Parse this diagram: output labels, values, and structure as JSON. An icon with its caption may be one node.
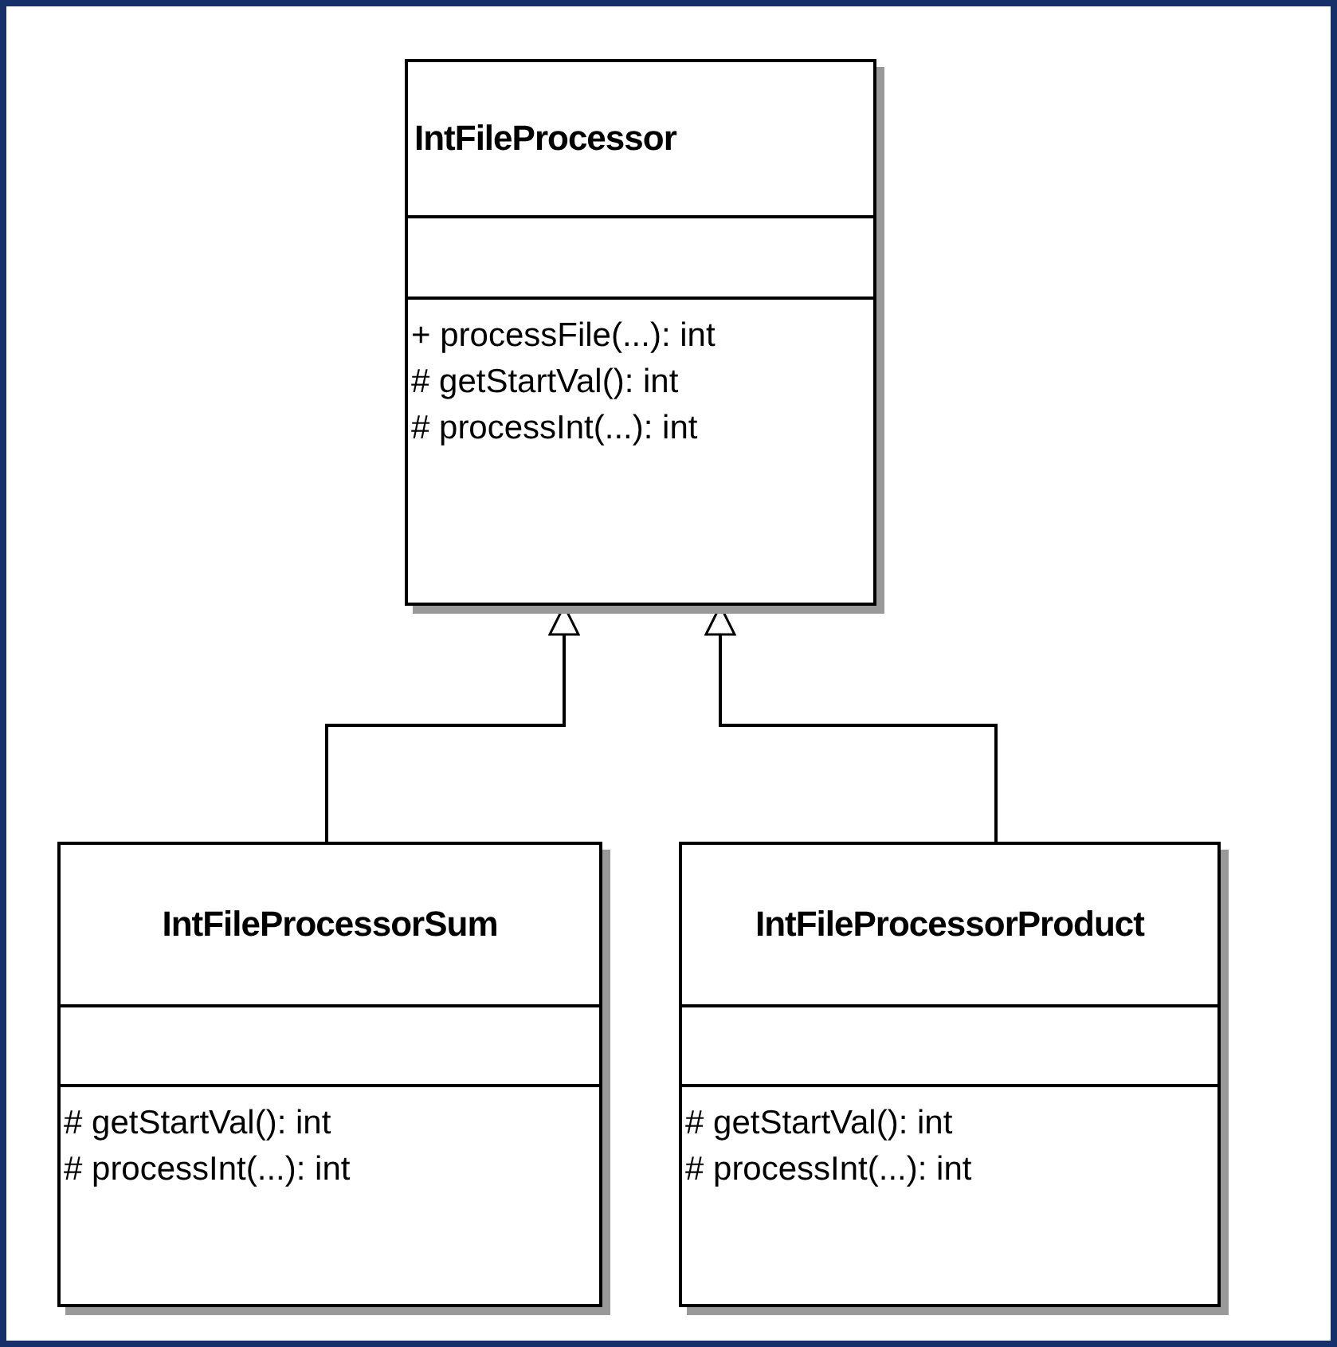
{
  "diagram": {
    "nodes": [
      {
        "text": [
          "IntFileProcessor",
          "+ processFile(...): int",
          "# getStartVal(): int",
          "# processInt(...): int"
        ]
      },
      {
        "text": [
          "IntFileProcessorSum",
          "# getStartVal(): int",
          "# processInt(...): int"
        ]
      },
      {
        "text": [
          "IntFileProcessorProduct",
          "# getStartVal(): int",
          "# processInt(...): int"
        ]
      }
    ],
    "edges": [
      {
        "from": 1,
        "to": 0,
        "arrow": "to"
      },
      {
        "from": 2,
        "to": 0,
        "arrow": "to"
      }
    ]
  }
}
